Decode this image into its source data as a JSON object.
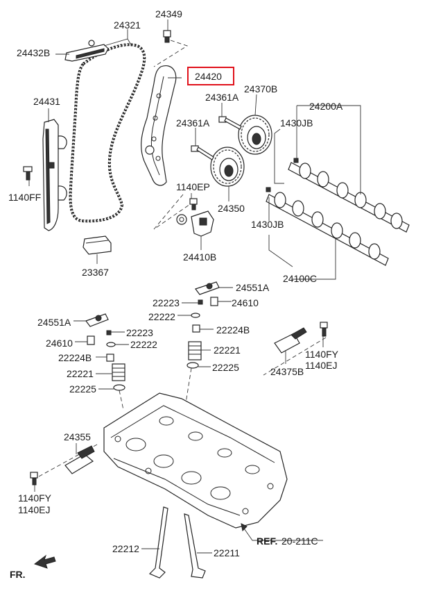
{
  "labels": {
    "p24321": "24321",
    "p24349": "24349",
    "p24432B": "24432B",
    "p24420": "24420",
    "p24361A_1": "24361A",
    "p24370B": "24370B",
    "p24200A": "24200A",
    "p24431": "24431",
    "p24361A_2": "24361A",
    "p1430JB_1": "1430JB",
    "p1140FF": "1140FF",
    "p1140EP": "1140EP",
    "p24350": "24350",
    "p1430JB_2": "1430JB",
    "p24410B": "24410B",
    "p23367": "23367",
    "p24100C": "24100C",
    "p24551A_1": "24551A",
    "p22223_1": "22223",
    "p24610_1": "24610",
    "p22222_1": "22222",
    "p24551A_2": "24551A",
    "p22224B_1": "22224B",
    "p22223_2": "22223",
    "p24610_2": "24610",
    "p22222_2": "22222",
    "p22221_1": "22221",
    "p1140FY_1": "1140FY",
    "p1140EJ_1": "1140EJ",
    "p22224B_2": "22224B",
    "p22225_1": "22225",
    "p24375B": "24375B",
    "p22221_2": "22221",
    "p22225_2": "22225",
    "p24355": "24355",
    "p1140FY_2": "1140FY",
    "p1140EJ_2": "1140EJ",
    "ref_bold": "REF.",
    "ref_num": "20-211C",
    "p22212": "22212",
    "p22211": "22211",
    "fr": "FR."
  },
  "highlight_color": "#e0101a"
}
